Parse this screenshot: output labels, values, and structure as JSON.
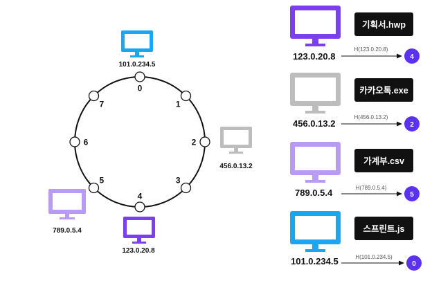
{
  "colors": {
    "blue": "#1aa6f0",
    "gray": "#bdbdbd",
    "purple": "#7b3ff0",
    "lavender": "#b99af5",
    "badge": "#5a32f0",
    "file_box": "#111111"
  },
  "ring": {
    "slots": [
      "0",
      "1",
      "2",
      "3",
      "4",
      "5",
      "6",
      "7"
    ]
  },
  "ring_servers": [
    {
      "ip": "101.0.234.5",
      "color": "blue",
      "slot": 0
    },
    {
      "ip": "456.0.13.2",
      "color": "gray",
      "slot": 2
    },
    {
      "ip": "123.0.20.8",
      "color": "purple",
      "slot": 4
    },
    {
      "ip": "789.0.5.4",
      "color": "lavender",
      "slot": 5
    }
  ],
  "mappings": [
    {
      "ip": "123.0.20.8",
      "color": "purple",
      "file": "기획서.hwp",
      "hash": "H(123.0.20.8)",
      "slot": "4"
    },
    {
      "ip": "456.0.13.2",
      "color": "gray",
      "file": "카카오톡.exe",
      "hash": "H(456.0.13.2)",
      "slot": "2"
    },
    {
      "ip": "789.0.5.4",
      "color": "lavender",
      "file": "가계부.csv",
      "hash": "H(789.0.5.4)",
      "slot": "5"
    },
    {
      "ip": "101.0.234.5",
      "color": "blue",
      "file": "스프린트.js",
      "hash": "H(101.0.234.5)",
      "slot": "0"
    }
  ]
}
